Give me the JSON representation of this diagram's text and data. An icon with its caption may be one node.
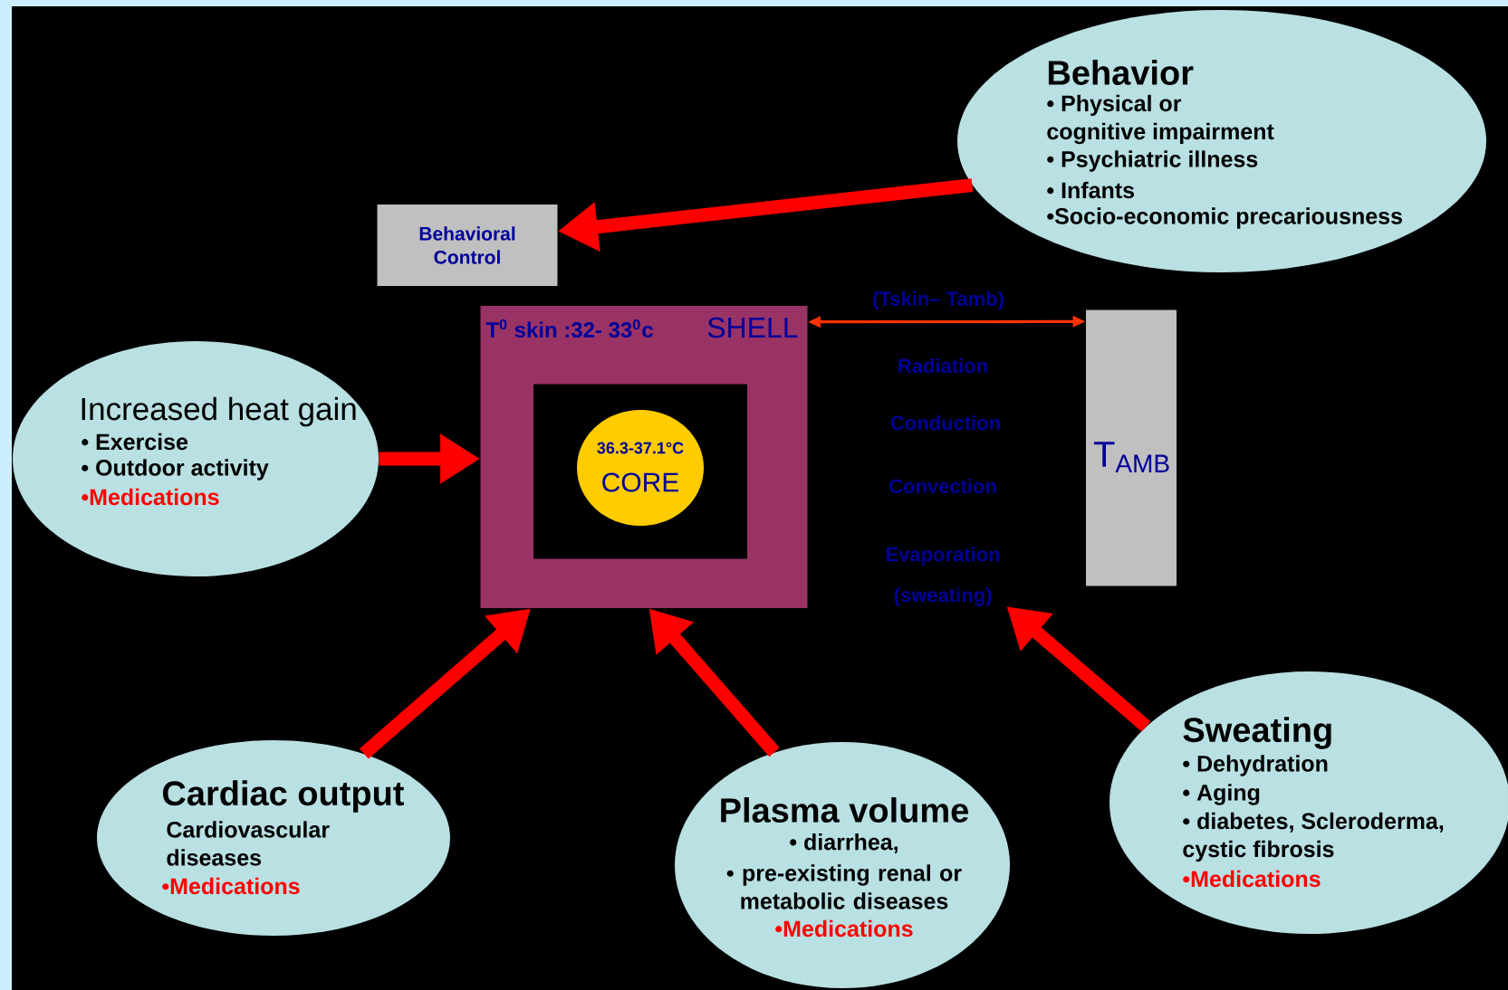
{
  "diagram": {
    "nodes": [
      {
        "text": [
          "Behavior",
          "• Physical or cognitive impairment",
          "• Psychiatric illness",
          "• Infants",
          "•Socio-economic precariousness"
        ]
      },
      {
        "text": [
          "Behavioral Control"
        ]
      },
      {
        "text": [
          "Increased heat gain",
          "• Exercise",
          "• Outdoor activity",
          "•Medications"
        ]
      },
      {
        "text": [
          "T$^{0}$ skin :32- 33$^{0}$c",
          "SHELL"
        ]
      },
      {
        "text": [],
        "shape": "box",
        "in": 3
      },
      {
        "text": [
          "36.3-37.1°C",
          "CORE"
        ],
        "in": 4
      },
      {
        "text": [
          "T$_{AMB}$"
        ]
      },
      {
        "text": [
          "Cardiac output",
          "Cardiovascular diseases",
          "•Medications"
        ]
      },
      {
        "text": [
          "Plasma volume",
          "• diarrhea,",
          "• pre-existing renal or metabolic diseases",
          "•Medications"
        ]
      },
      {
        "text": [
          "Sweating",
          "• Dehydration",
          "• Aging",
          "• diabetes, Scleroderma, cystic fibrosis",
          "•Medications"
        ]
      },
      {
        "text": [
          "Evaporation (sweating)"
        ]
      }
    ],
    "edges": [
      {
        "from": 0,
        "to": 1,
        "arrow": "to"
      },
      {
        "from": 2,
        "to": 3,
        "arrow": "to"
      },
      {
        "from": 3,
        "to": 6,
        "arrow": "both",
        "label": "(Tskin– Tamb)",
        "color": "#ff3300"
      },
      {
        "from": 7,
        "to": 3,
        "arrow": "to"
      },
      {
        "from": 8,
        "to": 3,
        "arrow": "to"
      },
      {
        "from": 9,
        "to": 10,
        "arrow": "to"
      }
    ],
    "labels": [
      "Radiation",
      "Conduction",
      "Convection"
    ]
  }
}
